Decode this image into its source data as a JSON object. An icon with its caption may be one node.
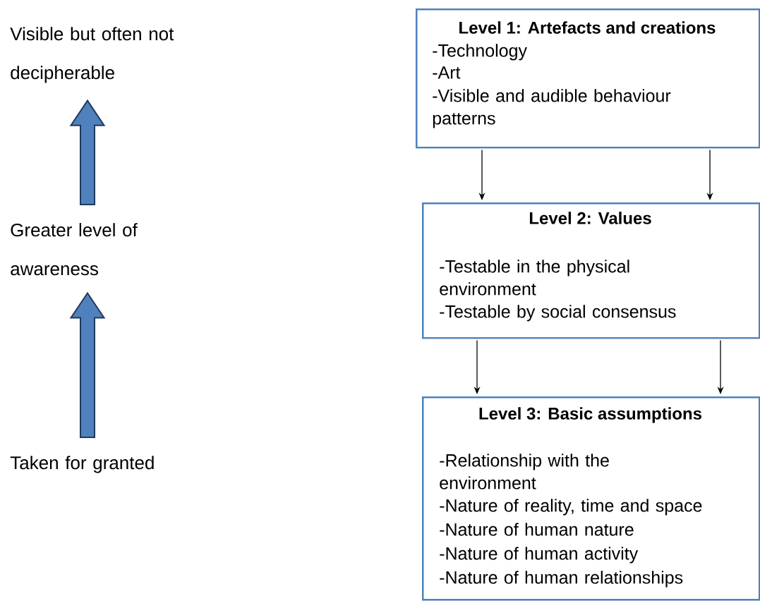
{
  "diagram": {
    "nodes": [
      {
        "text": [
          "Visible but often not decipherable"
        ]
      },
      {
        "text": [
          "Greater level of awareness"
        ]
      },
      {
        "text": [
          "Taken for granted"
        ]
      },
      {
        "text": [
          "Level 1: Artefacts and creations",
          "-Technology",
          "-Art",
          "-Visible and audible behaviour patterns"
        ]
      },
      {
        "text": [
          "Level 2: Values",
          "-Testable in the physical environment",
          "-Testable by social consensus"
        ]
      },
      {
        "text": [
          "Level 3: Basic assumptions",
          "-Relationship with the environment",
          "-Nature of reality, time and space",
          "-Nature of human nature",
          "-Nature of human activity",
          "-Nature of human relationships"
        ]
      }
    ],
    "edges": [
      {
        "from": 1,
        "to": 0,
        "arrow": "to",
        "style": "thick",
        "color": "#4f81bd"
      },
      {
        "from": 2,
        "to": 1,
        "arrow": "to",
        "style": "thick",
        "color": "#4f81bd"
      },
      {
        "from": 3,
        "to": 4,
        "arrow": "to"
      },
      {
        "from": 3,
        "to": 4,
        "arrow": "to"
      },
      {
        "from": 4,
        "to": 5,
        "arrow": "to"
      },
      {
        "from": 4,
        "to": 5,
        "arrow": "to"
      }
    ]
  }
}
